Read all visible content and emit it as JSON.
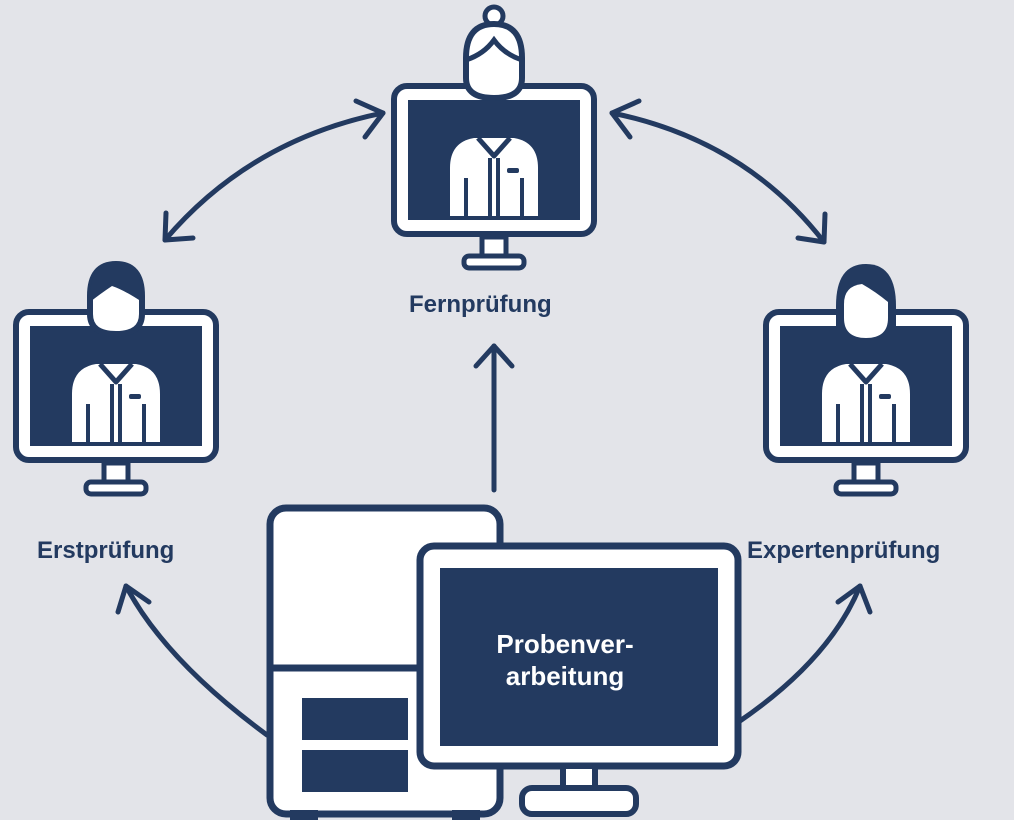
{
  "colors": {
    "background": "#e3e4e9",
    "primary": "#233a60",
    "fill": "#ffffff"
  },
  "nodes": {
    "remote": {
      "label": "Fernprüfung",
      "icon": "remote-reviewer-monitor-icon"
    },
    "initial": {
      "label": "Erstprüfung",
      "icon": "initial-reviewer-monitor-icon"
    },
    "expert": {
      "label": "Expertenprüfung",
      "icon": "expert-reviewer-monitor-icon"
    },
    "processing": {
      "label_line1": "Probenver-",
      "label_line2": "arbeitung",
      "icon": "scanner-workstation-icon"
    }
  }
}
